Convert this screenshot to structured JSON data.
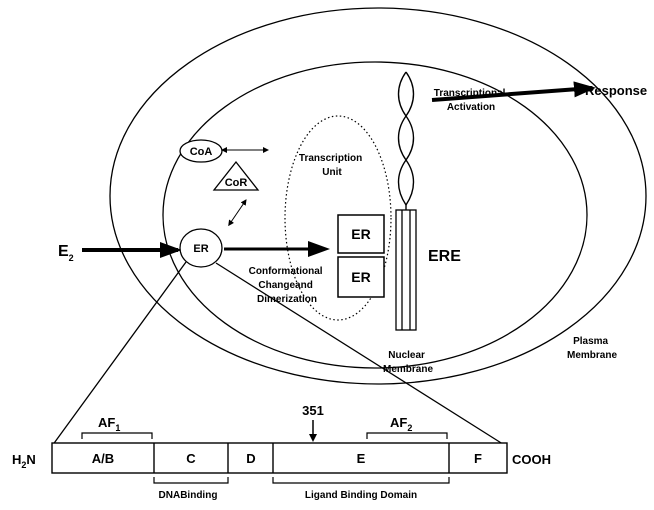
{
  "labels": {
    "response": "Response",
    "transcriptional_activation": [
      "Transcriptional",
      "Activation"
    ],
    "coa": "CoA",
    "cor": "CoR",
    "transcription_unit": [
      "Transcription",
      "Unit"
    ],
    "e2_base": "E",
    "e2_sub": "2",
    "er_receptor": "ER",
    "er_dimer_top": "ER",
    "er_dimer_bottom": "ER",
    "ere": "ERE",
    "conformational_change": [
      "Conformational",
      "Changeand",
      "Dimerization"
    ],
    "plasma_membrane": [
      "Plasma",
      "Membrane"
    ],
    "nuclear_membrane": [
      "Nuclear",
      "Membrane"
    ]
  },
  "domain_bar": {
    "n_terminus_base": "H",
    "n_terminus_sub": "2",
    "n_terminus_tail": "N",
    "c_terminus": "COOH",
    "segments": [
      "A/B",
      "C",
      "D",
      "E",
      "F"
    ],
    "af1_base": "AF",
    "af1_sub": "1",
    "af2_base": "AF",
    "af2_sub": "2",
    "residue_marker": "351",
    "dna_binding": "DNABinding",
    "ligand_binding": "Ligand Binding Domain"
  },
  "colors": {
    "stroke": "#000000",
    "background": "#ffffff"
  }
}
